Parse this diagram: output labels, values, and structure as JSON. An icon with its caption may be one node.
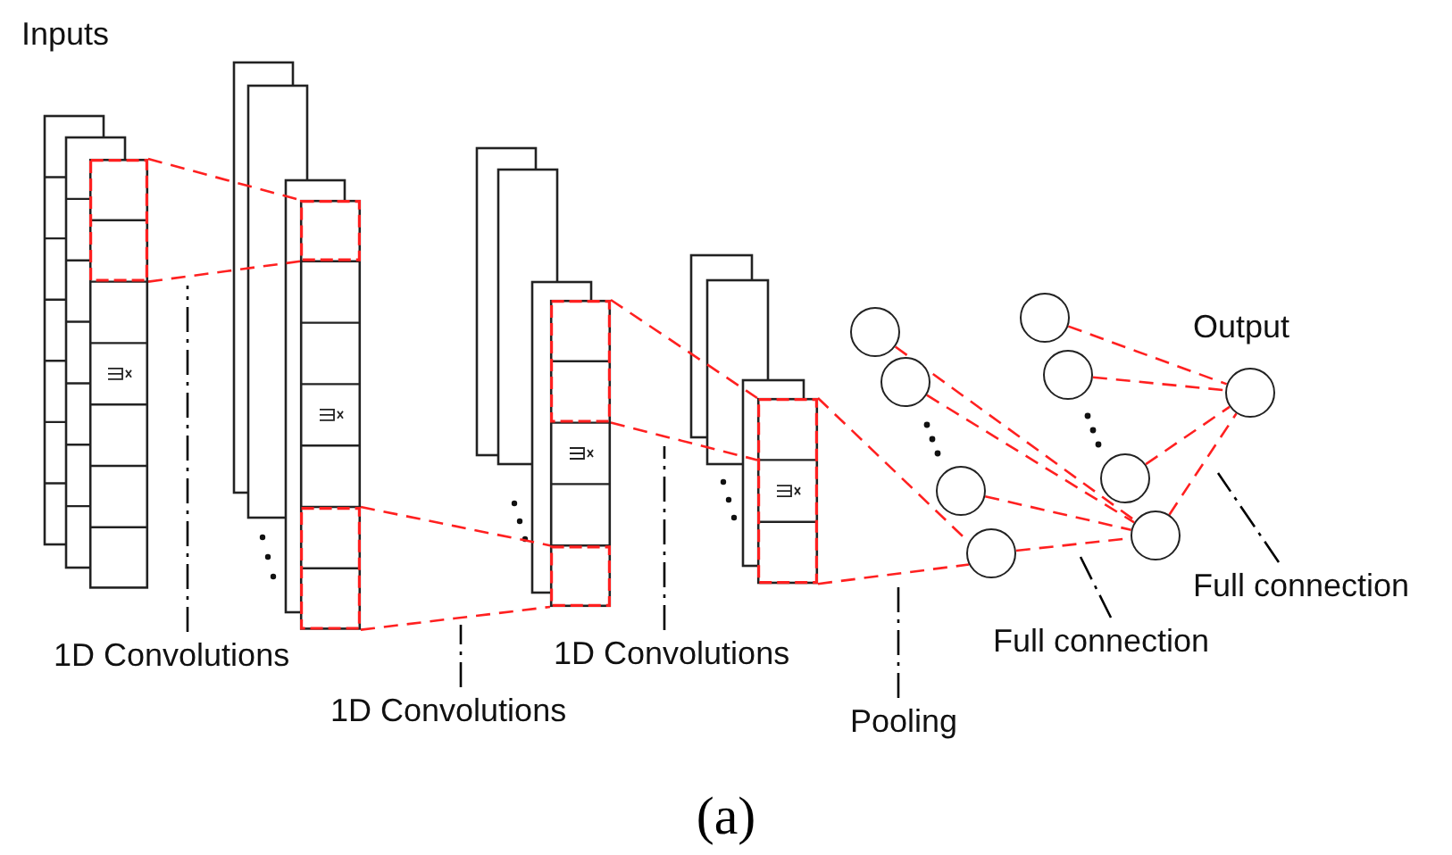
{
  "diagram": {
    "caption": "(a)",
    "nodes": [
      {
        "text": [],
        "shape": "box",
        "beside": [
          "Inputs"
        ]
      },
      {
        "text": [],
        "shape": "box"
      },
      {
        "text": [],
        "shape": "box"
      },
      {
        "text": [],
        "shape": "box"
      },
      {
        "text": [],
        "shape": "circle"
      },
      {
        "text": [],
        "shape": "circle"
      },
      {
        "text": [],
        "shape": "circle"
      },
      {
        "text": [],
        "shape": "circle"
      },
      {
        "text": [],
        "shape": "circle"
      },
      {
        "text": [],
        "shape": "circle"
      },
      {
        "text": [],
        "shape": "circle"
      },
      {
        "text": [],
        "shape": "circle"
      },
      {
        "text": [],
        "shape": "circle",
        "beside": [
          "Output"
        ]
      },
      {
        "text": [
          "1D Convolutions"
        ]
      },
      {
        "text": [
          "1D Convolutions"
        ]
      },
      {
        "text": [
          "1D Convolutions"
        ]
      },
      {
        "text": [
          "Pooling"
        ]
      },
      {
        "text": [
          "Full connection"
        ]
      },
      {
        "text": [
          "Full connection"
        ]
      }
    ],
    "edges": [
      {
        "from": 0,
        "to": 1,
        "arrow": "none",
        "style": "dashed"
      },
      {
        "from": 0,
        "to": 1,
        "arrow": "none",
        "style": "dashed"
      },
      {
        "from": 1,
        "to": 2,
        "arrow": "none",
        "style": "dashed"
      },
      {
        "from": 1,
        "to": 2,
        "arrow": "none",
        "style": "dashed"
      },
      {
        "from": 2,
        "to": 3,
        "arrow": "none",
        "style": "dashed"
      },
      {
        "from": 2,
        "to": 3,
        "arrow": "none",
        "style": "dashed"
      },
      {
        "from": 3,
        "to": 7,
        "arrow": "none",
        "style": "dashed"
      },
      {
        "from": 3,
        "to": 7,
        "arrow": "none",
        "style": "dashed"
      },
      {
        "from": 4,
        "to": 11,
        "arrow": "none",
        "style": "dashed"
      },
      {
        "from": 5,
        "to": 11,
        "arrow": "none",
        "style": "dashed"
      },
      {
        "from": 6,
        "to": 11,
        "arrow": "none",
        "style": "dashed"
      },
      {
        "from": 7,
        "to": 11,
        "arrow": "none",
        "style": "dashed"
      },
      {
        "from": 8,
        "to": 12,
        "arrow": "none",
        "style": "dashed"
      },
      {
        "from": 9,
        "to": 12,
        "arrow": "none",
        "style": "dashed"
      },
      {
        "from": 10,
        "to": 12,
        "arrow": "none",
        "style": "dashed"
      },
      {
        "from": 11,
        "to": 12,
        "arrow": "none",
        "style": "dashed"
      },
      {
        "from": 13,
        "to": null,
        "arrow": "none",
        "style": "dashed",
        "color": "#000000"
      },
      {
        "from": 14,
        "to": null,
        "arrow": "none",
        "style": "dashed",
        "color": "#000000"
      },
      {
        "from": 15,
        "to": null,
        "arrow": "none",
        "style": "dashed",
        "color": "#000000"
      },
      {
        "from": 16,
        "to": null,
        "arrow": "none",
        "style": "dashed",
        "color": "#000000"
      },
      {
        "from": 17,
        "to": null,
        "arrow": "none",
        "style": "dashed",
        "color": "#000000"
      },
      {
        "from": 18,
        "to": null,
        "arrow": "none",
        "style": "dashed",
        "color": "#000000"
      }
    ]
  }
}
